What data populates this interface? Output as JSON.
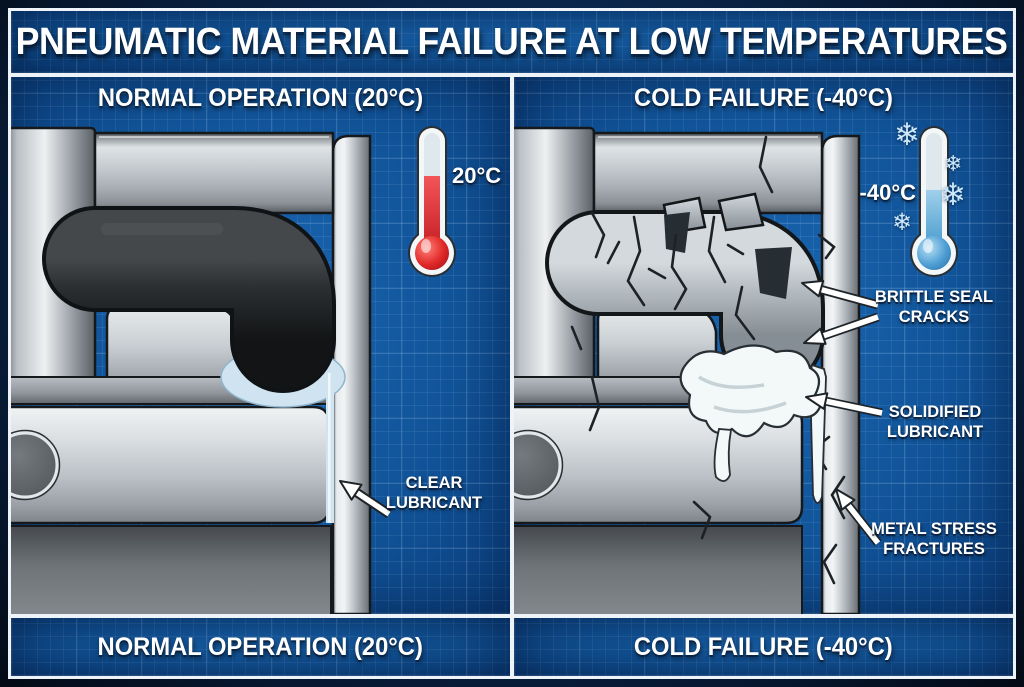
{
  "title": "PNEUMATIC MATERIAL FAILURE AT LOW TEMPERATURES",
  "panels": {
    "normal": {
      "header": "NORMAL OPERATION (20°C)",
      "caption": "NORMAL OPERATION (20°C)",
      "thermometer": {
        "reading": "20°C",
        "state": "warm"
      },
      "callouts": [
        {
          "text": "CLEAR LUBRICANT"
        }
      ]
    },
    "cold": {
      "header": "COLD FAILURE (-40°C)",
      "caption": "COLD FAILURE (-40°C)",
      "thermometer": {
        "reading": "-40°C",
        "state": "cold"
      },
      "callouts": [
        {
          "text": "BRITTLE SEAL CRACKS"
        },
        {
          "text": "SOLIDIFIED LUBRICANT"
        },
        {
          "text": "METAL STRESS FRACTURES"
        }
      ]
    }
  },
  "icons": {
    "snowflake": "❄"
  },
  "colors": {
    "blueprint_blue": "#11559e",
    "frame_white": "#eef3f9",
    "warm_red": "#d42127",
    "cold_blue": "#4f9fd4",
    "seal_black": "#1a1d1f",
    "metal_gray": "#b9bfc4",
    "lubricant_clear": "#cfe4f0",
    "lubricant_solid": "#f3f8f9"
  }
}
